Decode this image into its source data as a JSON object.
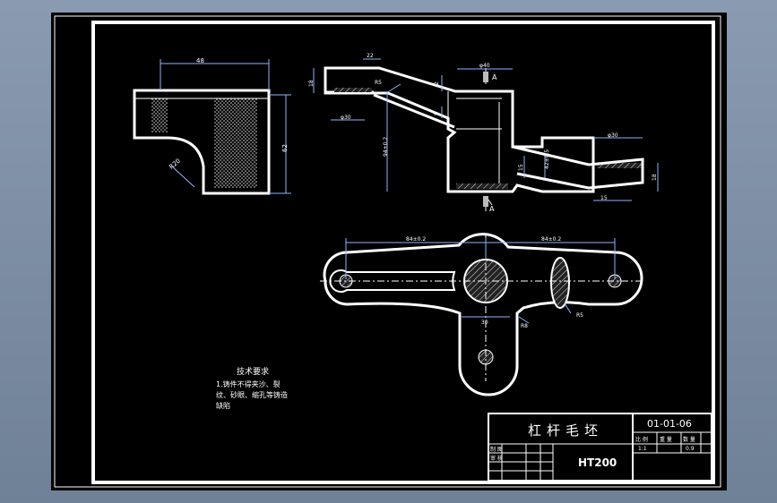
{
  "drawing": {
    "title": "杠杆毛坯",
    "drawing_number": "01-01-06",
    "material": "HT200",
    "title_block_labels": [
      "比 例",
      "重 量",
      "数 量"
    ],
    "title_block_values": [
      "1:1",
      "",
      "0.9"
    ],
    "title_block_roles": [
      "制 图",
      "审 核"
    ],
    "section_label": "A",
    "colors": {
      "background": "#000000",
      "line": "#ffffff",
      "dimension": "#8fb4ff",
      "hatch": "#cfcfcf",
      "screen": "#7e90a7"
    }
  },
  "dimensions": {
    "top_view": {
      "width": "48",
      "height": "62",
      "radius": "R20"
    },
    "front_view": {
      "d1": "22",
      "d2": "18",
      "d3": "φ30",
      "d4": "R5",
      "d5": "2",
      "d6": "φ40",
      "d7": "5",
      "d8": "94±0.2",
      "d9": "φ30",
      "d10": "15",
      "d11": "42±0.5",
      "d12": "15",
      "d13": "18"
    },
    "plan_view": {
      "left_span": "84±0.2",
      "right_span": "84±0.2",
      "stem_width": "30",
      "fillet": "R8",
      "rib_radius": "R5"
    }
  },
  "notes": {
    "heading": "技术要求",
    "lines": [
      "1.铸件不得夹沙、裂",
      "纹、砂眼、缩孔等铸造",
      "缺陷"
    ]
  }
}
